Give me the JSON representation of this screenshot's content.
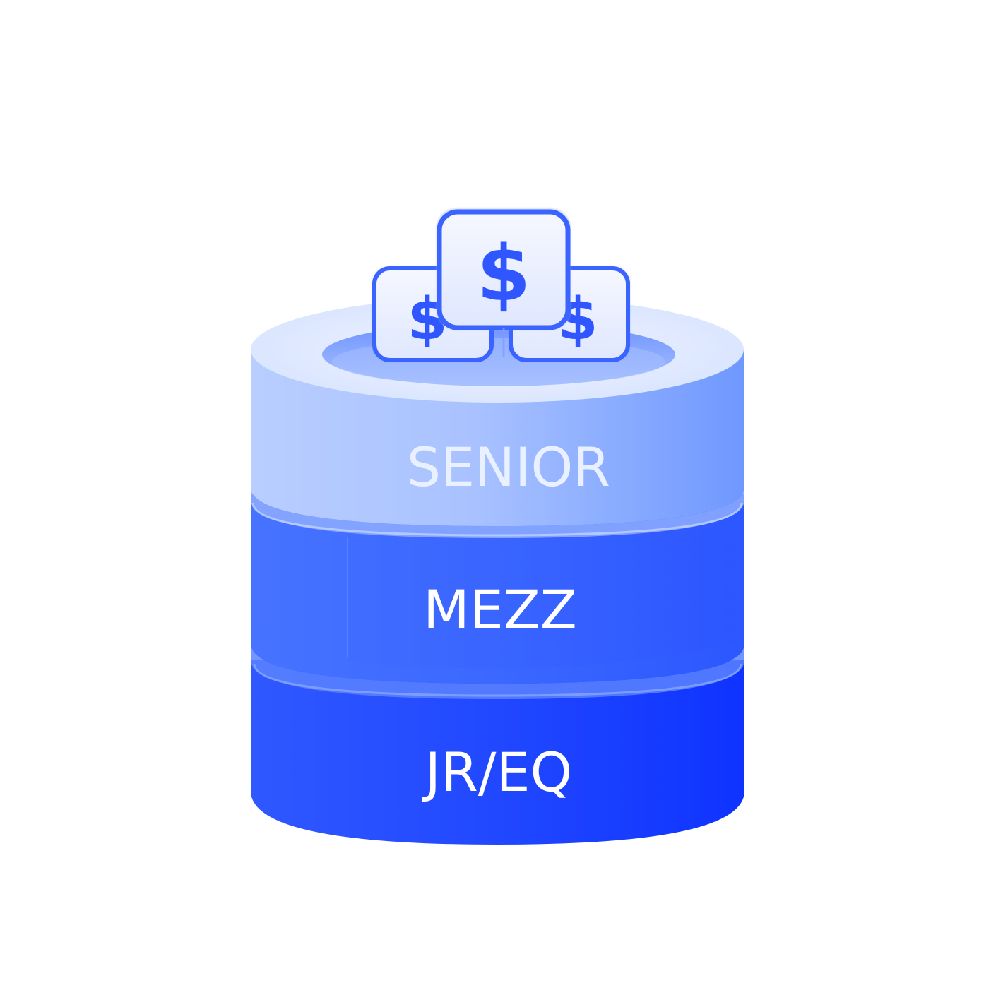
{
  "diagram": {
    "tiers": [
      {
        "key": "senior",
        "label": "SENIOR"
      },
      {
        "key": "mezz",
        "label": "MEZZ"
      },
      {
        "key": "jr_eq",
        "label": "JR/EQ"
      }
    ],
    "cards": [
      {
        "key": "back-left",
        "symbol": "$"
      },
      {
        "key": "back-right",
        "symbol": "$"
      },
      {
        "key": "front",
        "symbol": "$"
      }
    ],
    "colors": {
      "senior_light": "#c8d9ff",
      "senior_mid": "#86a9ff",
      "mezz": "#3f6dff",
      "jr_eq": "#1d45ff",
      "label_text": "#ffffff",
      "card_face": "#eef3ff",
      "card_border": "#2f5bff",
      "dollar": "#2f5bff"
    }
  }
}
